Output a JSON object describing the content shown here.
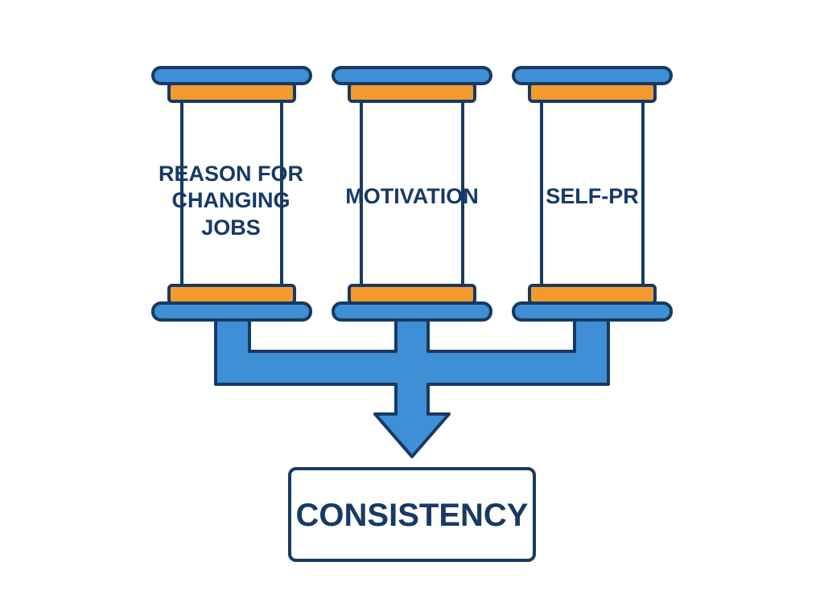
{
  "pillars": [
    {
      "label_lines": [
        "REASON FOR",
        "CHANGING",
        "JOBS"
      ]
    },
    {
      "label_lines": [
        "MOTIVATION"
      ]
    },
    {
      "label_lines": [
        "SELF-PR"
      ]
    }
  ],
  "result": {
    "label": "CONSISTENCY"
  },
  "colors": {
    "outline": "#173a63",
    "blue": "#3f8fd6",
    "orange": "#f29a2e",
    "text": "#173a63",
    "background": "#ffffff"
  }
}
